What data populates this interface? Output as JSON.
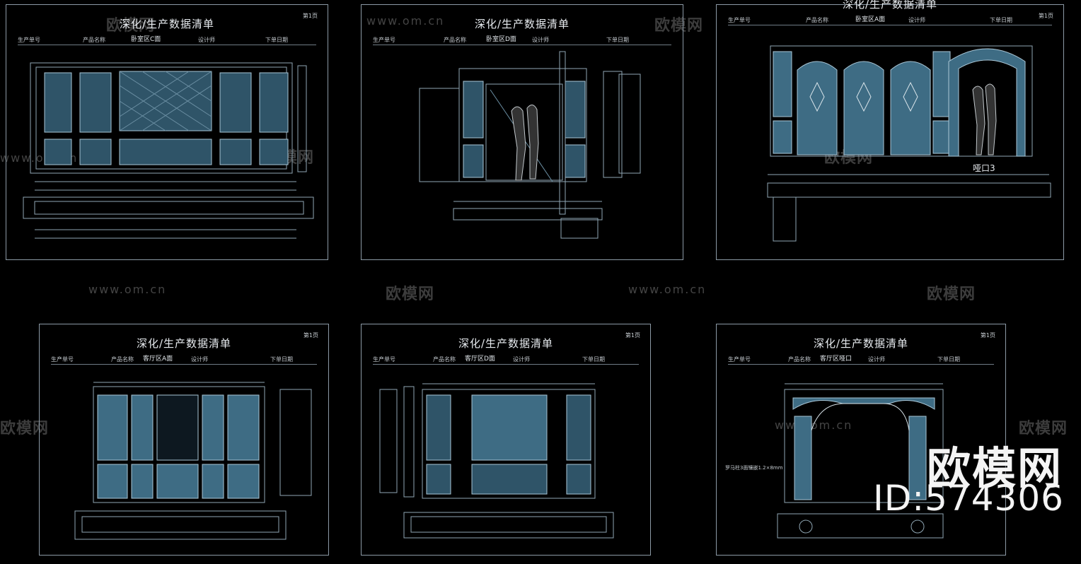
{
  "sheets": [
    {
      "title": "深化/生产数据清单",
      "page": "第1页",
      "fields": {
        "order_no": "生产单号",
        "product": "产品名称",
        "area": "卧室区C面",
        "designer": "设计师",
        "date": "下单日期"
      }
    },
    {
      "title": "深化/生产数据清单",
      "page": "",
      "fields": {
        "order_no": "生产单号",
        "product": "产品名称",
        "area": "卧室区D面",
        "designer": "设计师",
        "date": "下单日期"
      }
    },
    {
      "title": "深化/生产数据清单",
      "page": "第1页",
      "fields": {
        "order_no": "生产单号",
        "product": "产品名称",
        "area": "卧室区A面",
        "designer": "设计师",
        "date": "下单日期"
      },
      "caption": "哑口3"
    },
    {
      "title": "深化/生产数据清单",
      "page": "第1页",
      "fields": {
        "order_no": "生产单号",
        "product": "产品名称",
        "area": "客厅区A面",
        "designer": "设计师",
        "date": "下单日期"
      }
    },
    {
      "title": "深化/生产数据清单",
      "page": "第1页",
      "fields": {
        "order_no": "生产单号",
        "product": "产品名称",
        "area": "客厅区D面",
        "designer": "设计师",
        "date": "下单日期"
      }
    },
    {
      "title": "深化/生产数据清单",
      "page": "第1页",
      "fields": {
        "order_no": "生产单号",
        "product": "产品名称",
        "area": "客厅区哑口",
        "designer": "设计师",
        "date": "下单日期"
      },
      "note": "罗马柱3面镶嵌1.2×8mm"
    }
  ],
  "watermarks": {
    "brand": "欧模网",
    "url": "www.om.cn"
  },
  "brand_overlay": {
    "name": "欧模网",
    "id": "ID:574306"
  },
  "colors": {
    "background": "#000000",
    "line": "#8fa6b3",
    "panel_fill": "#3e6c84",
    "title": "#e6eaee"
  }
}
